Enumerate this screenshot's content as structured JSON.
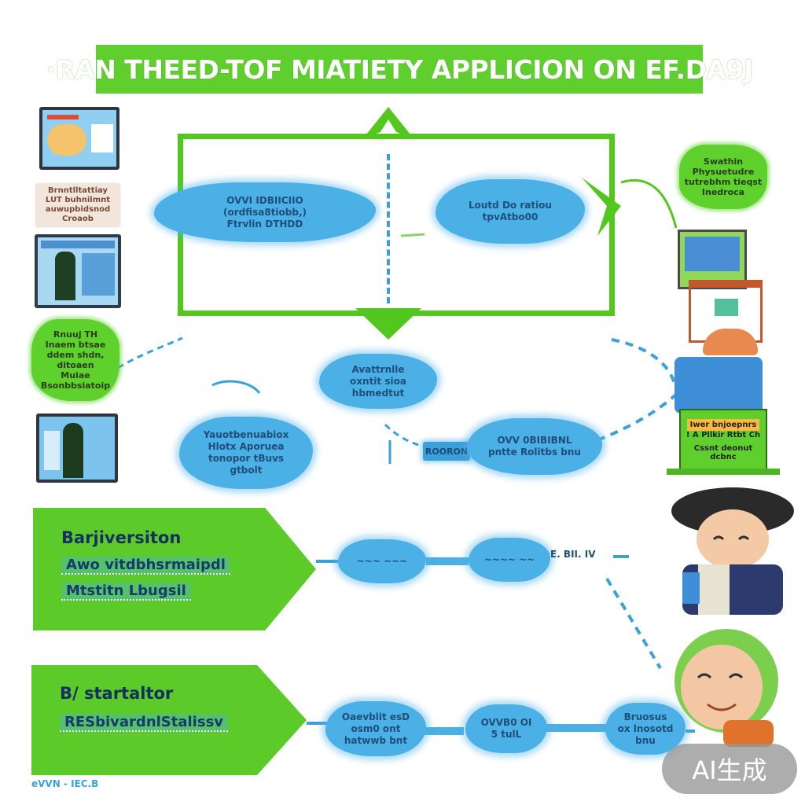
{
  "title": "·RAN THEED-TOF MIATIETY APPLICION ON EF.DA9J",
  "frame_nodes": {
    "left": {
      "lines": [
        "OVVI IDBIICIIO",
        "(ordfisa8tiobb,)",
        "Ftrvlin DTHDD"
      ]
    },
    "right": {
      "lines": [
        "Loutd Do ratiou",
        "tpvAtbo00"
      ]
    }
  },
  "middle_nodes": {
    "upper": {
      "lines": [
        "Avattrnlle",
        "oxntit sioa",
        "hbmedtut"
      ]
    },
    "left": {
      "lines": [
        "Yauotbenuabiox",
        "Hlotx Aporuea",
        "tonopor tBuvs",
        "gtbolt"
      ]
    },
    "box": {
      "label": "ROORON"
    },
    "right": {
      "lines": [
        "OVV 0BIBIBNL",
        "pntte Rolitbs bnu"
      ]
    }
  },
  "banner_one": {
    "title": "Barjiversiton",
    "line1": "Awo vitdbhsrmaipdl",
    "line2": "Mtstitn Lbugsil"
  },
  "banner_two": {
    "title": "B/ startaltor",
    "line1": "RESbivardnlStalissv"
  },
  "row_one_nodes": [
    {
      "lines": [
        "~~~ ~~~"
      ]
    },
    {
      "lines": [
        "~~~~ ~~"
      ]
    },
    {
      "lines": [
        "E. BII. IV"
      ]
    }
  ],
  "row_two_nodes": [
    {
      "lines": [
        "Oaevblit esD",
        "osm0 ont",
        "hatwwb bnt"
      ]
    },
    {
      "lines": [
        "OVVB0 OI",
        "5 tulL"
      ]
    },
    {
      "lines": [
        "Bruosus",
        "ox lnosotd",
        "bnu"
      ]
    }
  ],
  "left_notes": {
    "note_top": {
      "lines": [
        "Brnntlltattiay",
        "LUT buhnilmnt",
        "auwupbidsnod",
        "Croaob"
      ]
    },
    "note_mid": {
      "lines": [
        "Rnuuj TH",
        "Inaem btsae",
        "ddem  shdn,",
        "ditoaen",
        "Muiae",
        "Bsonbbsiatoip"
      ]
    }
  },
  "right_notes": {
    "note_top": {
      "lines": [
        "Swathin",
        "Physuetudre",
        "tutrebhm tieqst",
        "Inedroca"
      ]
    },
    "kiosk_sign": {
      "title": "Iwer bnjoepnrs",
      "sub": "! A  Pllkir Rtbt  Ch",
      "footer": "Cssnt deonut",
      "footer2": "dcbnc"
    }
  },
  "footer_tag": "eVVN - IEC.B",
  "ai_badge": "AI生成",
  "colors": {
    "green": "#5ecf2c",
    "blue": "#4ab0e6",
    "navy": "#1f4e79"
  }
}
